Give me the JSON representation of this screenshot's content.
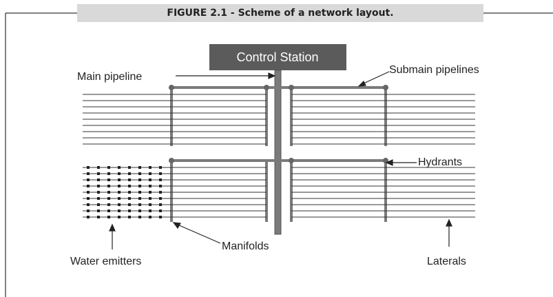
{
  "figure": {
    "caption": "FIGURE 2.1 - Scheme of a network layout."
  },
  "diagram": {
    "control_station": "Control Station",
    "labels": {
      "main_pipeline": "Main pipeline",
      "submain_pipelines": "Submain pipelines",
      "hydrants": "Hydrants",
      "manifolds": "Manifolds",
      "water_emitters": "Water emitters",
      "laterals": "Laterals"
    }
  },
  "colors": {
    "pipe": "#7a7a7a",
    "pipe_dark": "#555555",
    "control_station_fill": "#5b5b5b",
    "lateral": "#333333",
    "frame": "#000000",
    "caption_bg": "#d9d9d9"
  }
}
